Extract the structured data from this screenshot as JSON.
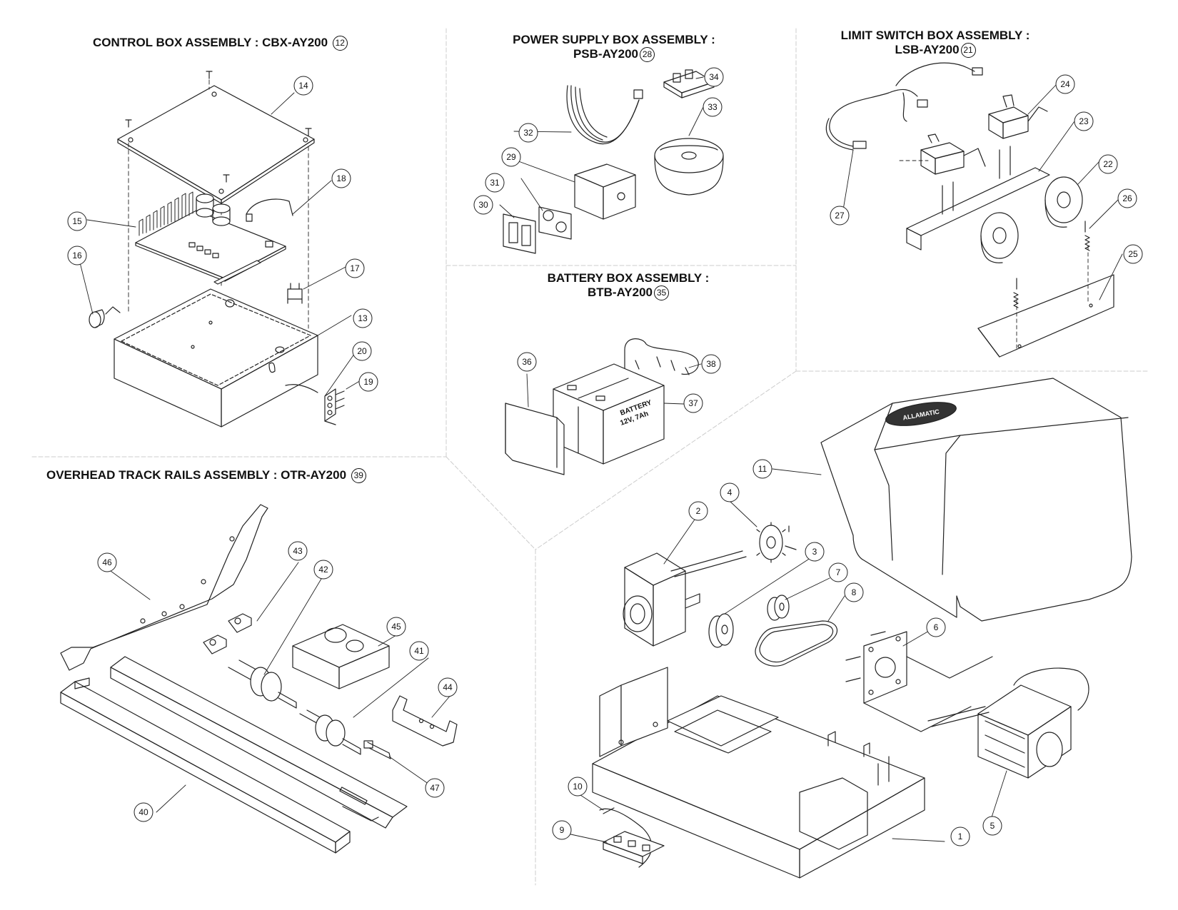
{
  "titles": {
    "cbx": {
      "text": "CONTROL BOX ASSEMBLY : CBX-AY200",
      "num": "12"
    },
    "psb": {
      "line1": "POWER SUPPLY  BOX ASSEMBLY :",
      "line2": "PSB-AY200",
      "num": "28"
    },
    "lsb": {
      "line1": "LIMIT SWITCH BOX ASSEMBLY :",
      "line2": "LSB-AY200",
      "num": "21"
    },
    "btb": {
      "line1": "BATTERY  BOX ASSEMBLY :",
      "line2": "BTB-AY200",
      "num": "35"
    },
    "otr": {
      "text": "OVERHEAD TRACK RAILS ASSEMBLY : OTR-AY200",
      "num": "39"
    }
  },
  "battery_label": {
    "line1": "BATTERY",
    "line2": "12V, 7Ah"
  },
  "logo_text": "ALLAMATIC",
  "callouts": [
    {
      "n": "1"
    },
    {
      "n": "2"
    },
    {
      "n": "3"
    },
    {
      "n": "4"
    },
    {
      "n": "5"
    },
    {
      "n": "6"
    },
    {
      "n": "7"
    },
    {
      "n": "8"
    },
    {
      "n": "9"
    },
    {
      "n": "10"
    },
    {
      "n": "11"
    },
    {
      "n": "13"
    },
    {
      "n": "14"
    },
    {
      "n": "15"
    },
    {
      "n": "16"
    },
    {
      "n": "17"
    },
    {
      "n": "18"
    },
    {
      "n": "19"
    },
    {
      "n": "20"
    },
    {
      "n": "22"
    },
    {
      "n": "23"
    },
    {
      "n": "24"
    },
    {
      "n": "25"
    },
    {
      "n": "26"
    },
    {
      "n": "27"
    },
    {
      "n": "29"
    },
    {
      "n": "30"
    },
    {
      "n": "31"
    },
    {
      "n": "32"
    },
    {
      "n": "33"
    },
    {
      "n": "34"
    },
    {
      "n": "36"
    },
    {
      "n": "37"
    },
    {
      "n": "38"
    },
    {
      "n": "40"
    },
    {
      "n": "41"
    },
    {
      "n": "42"
    },
    {
      "n": "43"
    },
    {
      "n": "44"
    },
    {
      "n": "45"
    },
    {
      "n": "46"
    },
    {
      "n": "47"
    }
  ]
}
